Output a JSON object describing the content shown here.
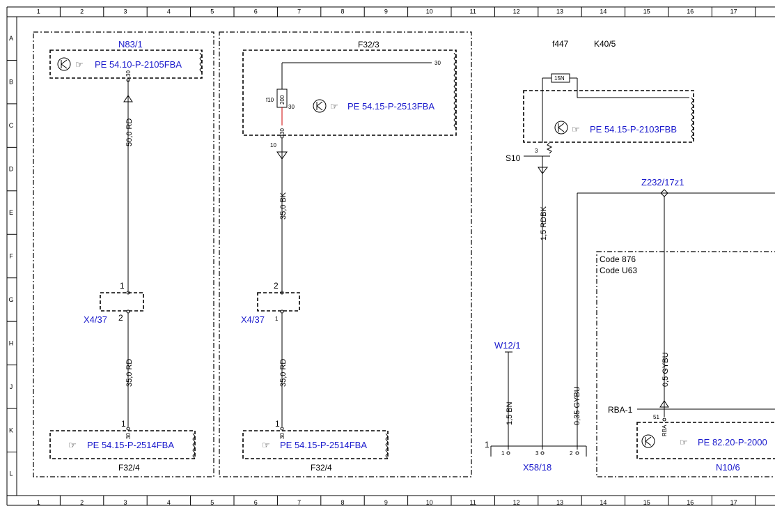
{
  "grid": {
    "columns": [
      "1",
      "2",
      "3",
      "4",
      "5",
      "6",
      "7",
      "8",
      "9",
      "10",
      "11",
      "12",
      "13",
      "14",
      "15",
      "16",
      "17"
    ],
    "rows": [
      "A",
      "B",
      "C",
      "D",
      "E",
      "F",
      "G",
      "H",
      "J",
      "K",
      "L"
    ]
  },
  "components": {
    "n83": {
      "label": "N83/1",
      "pe": "PE 54.10-P-2105FBA",
      "pin": "30"
    },
    "f32_3": {
      "label": "F32/3",
      "pe": "PE 54.15-P-2513FBA",
      "pin_out": "30",
      "fuse": "f10",
      "fuse_rating": "200",
      "fuse_pin": "30",
      "pin_bottom": "30",
      "conn": "10"
    },
    "k40": {
      "relay": "f447",
      "label": "K40/5",
      "fuse_rating": "15N",
      "pe": "PE 54.15-P-2103FBB",
      "pin": "3",
      "s_label": "S10"
    },
    "x4_left": {
      "label": "X4/37",
      "pin_top": "1",
      "pin_bottom": "2"
    },
    "x4_right": {
      "label": "X4/37",
      "pin_top": "2",
      "pin_bottom": "1"
    },
    "f32_4_left": {
      "label": "F32/4",
      "pe": "PE 54.15-P-2514FBA",
      "pin": "1",
      "pin_small": "30"
    },
    "f32_4_right": {
      "label": "F32/4",
      "pe": "PE 54.15-P-2514FBA",
      "pin": "1",
      "pin_small": "30"
    },
    "z232": {
      "label": "Z232/17z1"
    },
    "codes": {
      "code1": "Code 876",
      "code2": "Code U63"
    },
    "w12": {
      "label": "W12/1"
    },
    "x58": {
      "label": "X58/18",
      "pin1": "1",
      "pin_a": "1",
      "pin3": "3",
      "pin2": "2"
    },
    "n10": {
      "label": "N10/6",
      "pe": "PE 82.20-P-2000",
      "rba": "RBA-1",
      "pin": "51",
      "pin_small": "RBA"
    }
  },
  "wires": {
    "w_left_top": "50,0 RD",
    "w_left_bottom": "35,0 RD",
    "w_mid_top": "35,0 BK",
    "w_mid_bottom": "35,0 RD",
    "w_rdbk": "1,5 RDBK",
    "w_bn": "1,5 BN",
    "w_gybu_low": "0,35 GYBU",
    "w_gybu_right": "0,5 GYBU"
  }
}
